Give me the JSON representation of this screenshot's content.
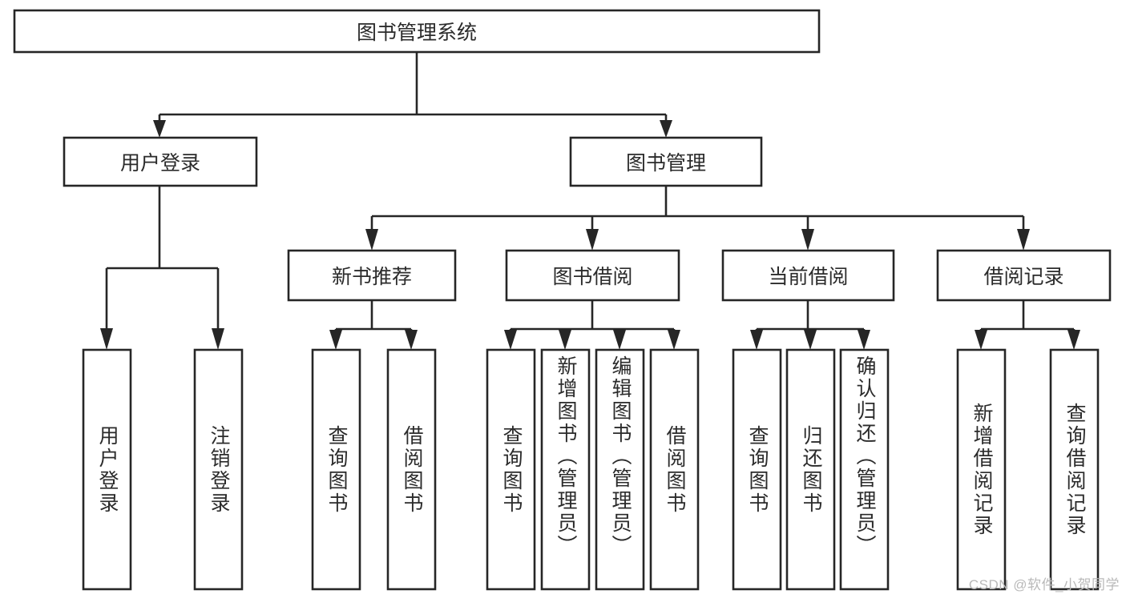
{
  "diagram": {
    "type": "tree-hierarchy-chart",
    "title": "图书管理系统",
    "orientation": "top-down",
    "colors": {
      "box_stroke": "#262626",
      "box_fill": "#ffffff",
      "text": "#2b2b2b",
      "background": "#ffffff",
      "watermark": "#b9b9b9"
    },
    "levels": [
      {
        "level": 1,
        "nodes": [
          {
            "id": "root",
            "label": "图书管理系统",
            "text_direction": "horizontal"
          }
        ]
      },
      {
        "level": 2,
        "nodes": [
          {
            "id": "user-login",
            "label": "用户登录",
            "text_direction": "horizontal",
            "parent": "root"
          },
          {
            "id": "book-manage",
            "label": "图书管理",
            "text_direction": "horizontal",
            "parent": "root"
          }
        ]
      },
      {
        "level": 3,
        "nodes": [
          {
            "id": "new-book-rec",
            "label": "新书推荐",
            "text_direction": "horizontal",
            "parent": "book-manage"
          },
          {
            "id": "book-borrow",
            "label": "图书借阅",
            "text_direction": "horizontal",
            "parent": "book-manage"
          },
          {
            "id": "current-borrow",
            "label": "当前借阅",
            "text_direction": "horizontal",
            "parent": "book-manage"
          },
          {
            "id": "borrow-record",
            "label": "借阅记录",
            "text_direction": "horizontal",
            "parent": "book-manage"
          }
        ]
      },
      {
        "level": 4,
        "nodes": [
          {
            "id": "leaf-1",
            "label": "用户登录",
            "text_direction": "vertical",
            "parent": "user-login"
          },
          {
            "id": "leaf-2",
            "label": "注销登录",
            "text_direction": "vertical",
            "parent": "user-login"
          },
          {
            "id": "leaf-3",
            "label": "查询图书",
            "text_direction": "vertical",
            "parent": "new-book-rec"
          },
          {
            "id": "leaf-4",
            "label": "借阅图书",
            "text_direction": "vertical",
            "parent": "new-book-rec"
          },
          {
            "id": "leaf-5",
            "label": "查询图书",
            "text_direction": "vertical",
            "parent": "book-borrow"
          },
          {
            "id": "leaf-6",
            "label": "新增图书（管理员）",
            "text_direction": "vertical",
            "parent": "book-borrow"
          },
          {
            "id": "leaf-7",
            "label": "编辑图书（管理员）",
            "text_direction": "vertical",
            "parent": "book-borrow"
          },
          {
            "id": "leaf-8",
            "label": "借阅图书",
            "text_direction": "vertical",
            "parent": "book-borrow"
          },
          {
            "id": "leaf-9",
            "label": "查询图书",
            "text_direction": "vertical",
            "parent": "current-borrow"
          },
          {
            "id": "leaf-10",
            "label": "归还图书",
            "text_direction": "vertical",
            "parent": "current-borrow"
          },
          {
            "id": "leaf-11",
            "label": "确认归还（管理员）",
            "text_direction": "vertical",
            "parent": "current-borrow"
          },
          {
            "id": "leaf-12",
            "label": "新增借阅记录",
            "text_direction": "vertical",
            "parent": "borrow-record"
          },
          {
            "id": "leaf-13",
            "label": "查询借阅记录",
            "text_direction": "vertical",
            "parent": "borrow-record"
          }
        ]
      }
    ]
  },
  "watermark": {
    "text": "CSDN @软件_小贺同学"
  }
}
